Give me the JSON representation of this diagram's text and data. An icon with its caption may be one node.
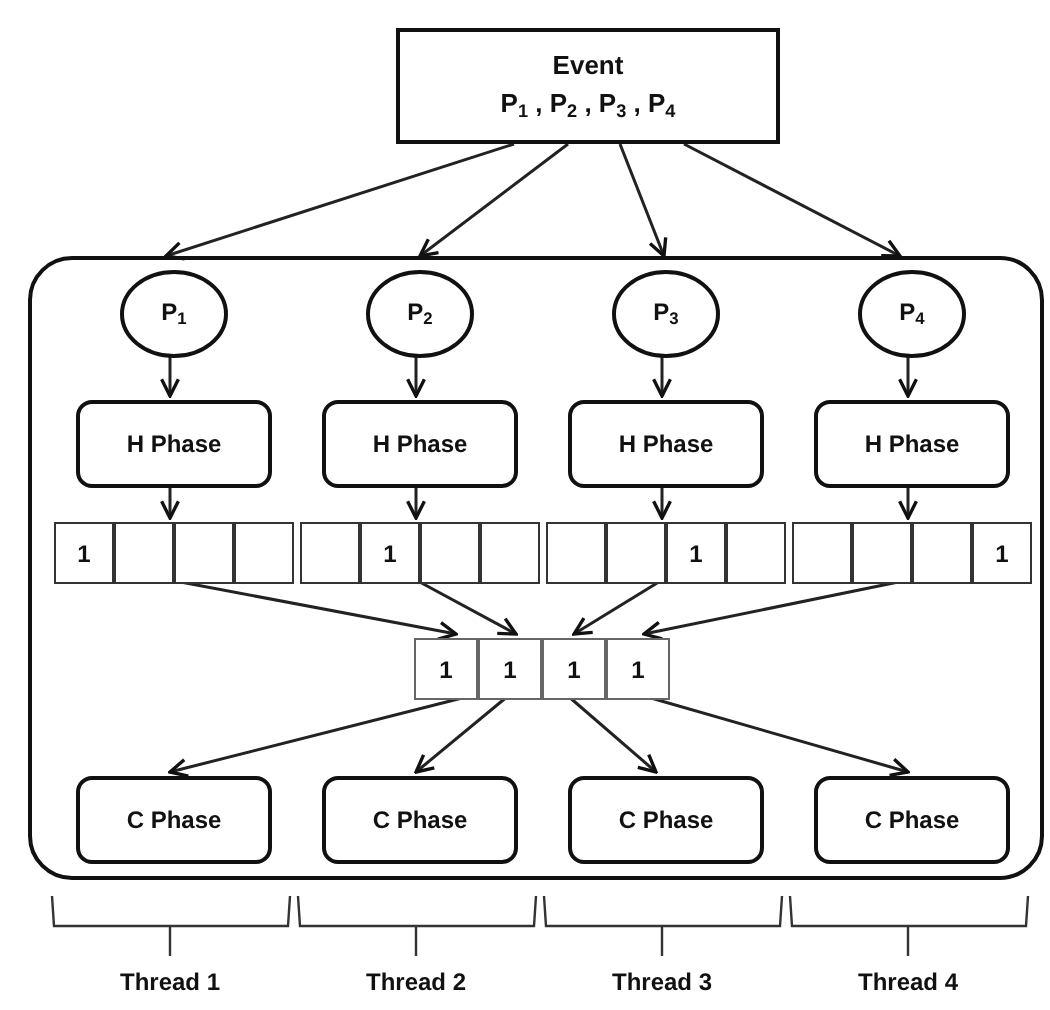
{
  "diagram": {
    "nodes": [
      {
        "text": [
          "Event",
          "P$_{1}$ , P$_{2}$ , P$_{3}$ , P$_{4}$"
        ]
      },
      {
        "text": [],
        "shape": "box"
      },
      {
        "text": [
          "P$_{1}$"
        ],
        "in": 1
      },
      {
        "text": [
          "P$_{2}$"
        ],
        "in": 1
      },
      {
        "text": [
          "P$_{3}$"
        ],
        "in": 1
      },
      {
        "text": [
          "P$_{4}$"
        ],
        "in": 1
      },
      {
        "text": [
          "H Phase"
        ],
        "in": 1
      },
      {
        "text": [
          "H Phase"
        ],
        "in": 1
      },
      {
        "text": [
          "H Phase"
        ],
        "in": 1
      },
      {
        "text": [
          "H Phase"
        ],
        "in": 1
      },
      {
        "text": [
          "1"
        ],
        "in": 1
      },
      {
        "text": [
          "1"
        ],
        "in": 1
      },
      {
        "text": [
          "1"
        ],
        "in": 1
      },
      {
        "text": [
          "1"
        ],
        "in": 1
      },
      {
        "text": [
          "1",
          "1",
          "1",
          "1"
        ],
        "in": 1
      },
      {
        "text": [
          "C Phase"
        ],
        "in": 1
      },
      {
        "text": [
          "C Phase"
        ],
        "in": 1
      },
      {
        "text": [
          "C Phase"
        ],
        "in": 1
      },
      {
        "text": [
          "C Phase"
        ],
        "in": 1
      }
    ],
    "edges": [
      {
        "from": 0,
        "to": 1,
        "arrow": "to"
      },
      {
        "from": 0,
        "to": 1,
        "arrow": "to"
      },
      {
        "from": 0,
        "to": 1,
        "arrow": "to"
      },
      {
        "from": 0,
        "to": 1,
        "arrow": "to"
      },
      {
        "from": 2,
        "to": 6,
        "arrow": "to"
      },
      {
        "from": 3,
        "to": 7,
        "arrow": "to"
      },
      {
        "from": 4,
        "to": 8,
        "arrow": "to"
      },
      {
        "from": 5,
        "to": 9,
        "arrow": "to"
      },
      {
        "from": 6,
        "to": 10,
        "arrow": "to"
      },
      {
        "from": 7,
        "to": 11,
        "arrow": "to"
      },
      {
        "from": 8,
        "to": 12,
        "arrow": "to"
      },
      {
        "from": 9,
        "to": 13,
        "arrow": "to"
      },
      {
        "from": 10,
        "to": 14,
        "arrow": "to"
      },
      {
        "from": 11,
        "to": 14,
        "arrow": "to"
      },
      {
        "from": 12,
        "to": 14,
        "arrow": "to"
      },
      {
        "from": 13,
        "to": 14,
        "arrow": "to"
      },
      {
        "from": 14,
        "to": 15,
        "arrow": "to"
      },
      {
        "from": 14,
        "to": 16,
        "arrow": "to"
      },
      {
        "from": 14,
        "to": 17,
        "arrow": "to"
      },
      {
        "from": 14,
        "to": 18,
        "arrow": "to"
      }
    ],
    "labels": [
      "Thread 1",
      "Thread 2",
      "Thread 3",
      "Thread 4"
    ]
  }
}
